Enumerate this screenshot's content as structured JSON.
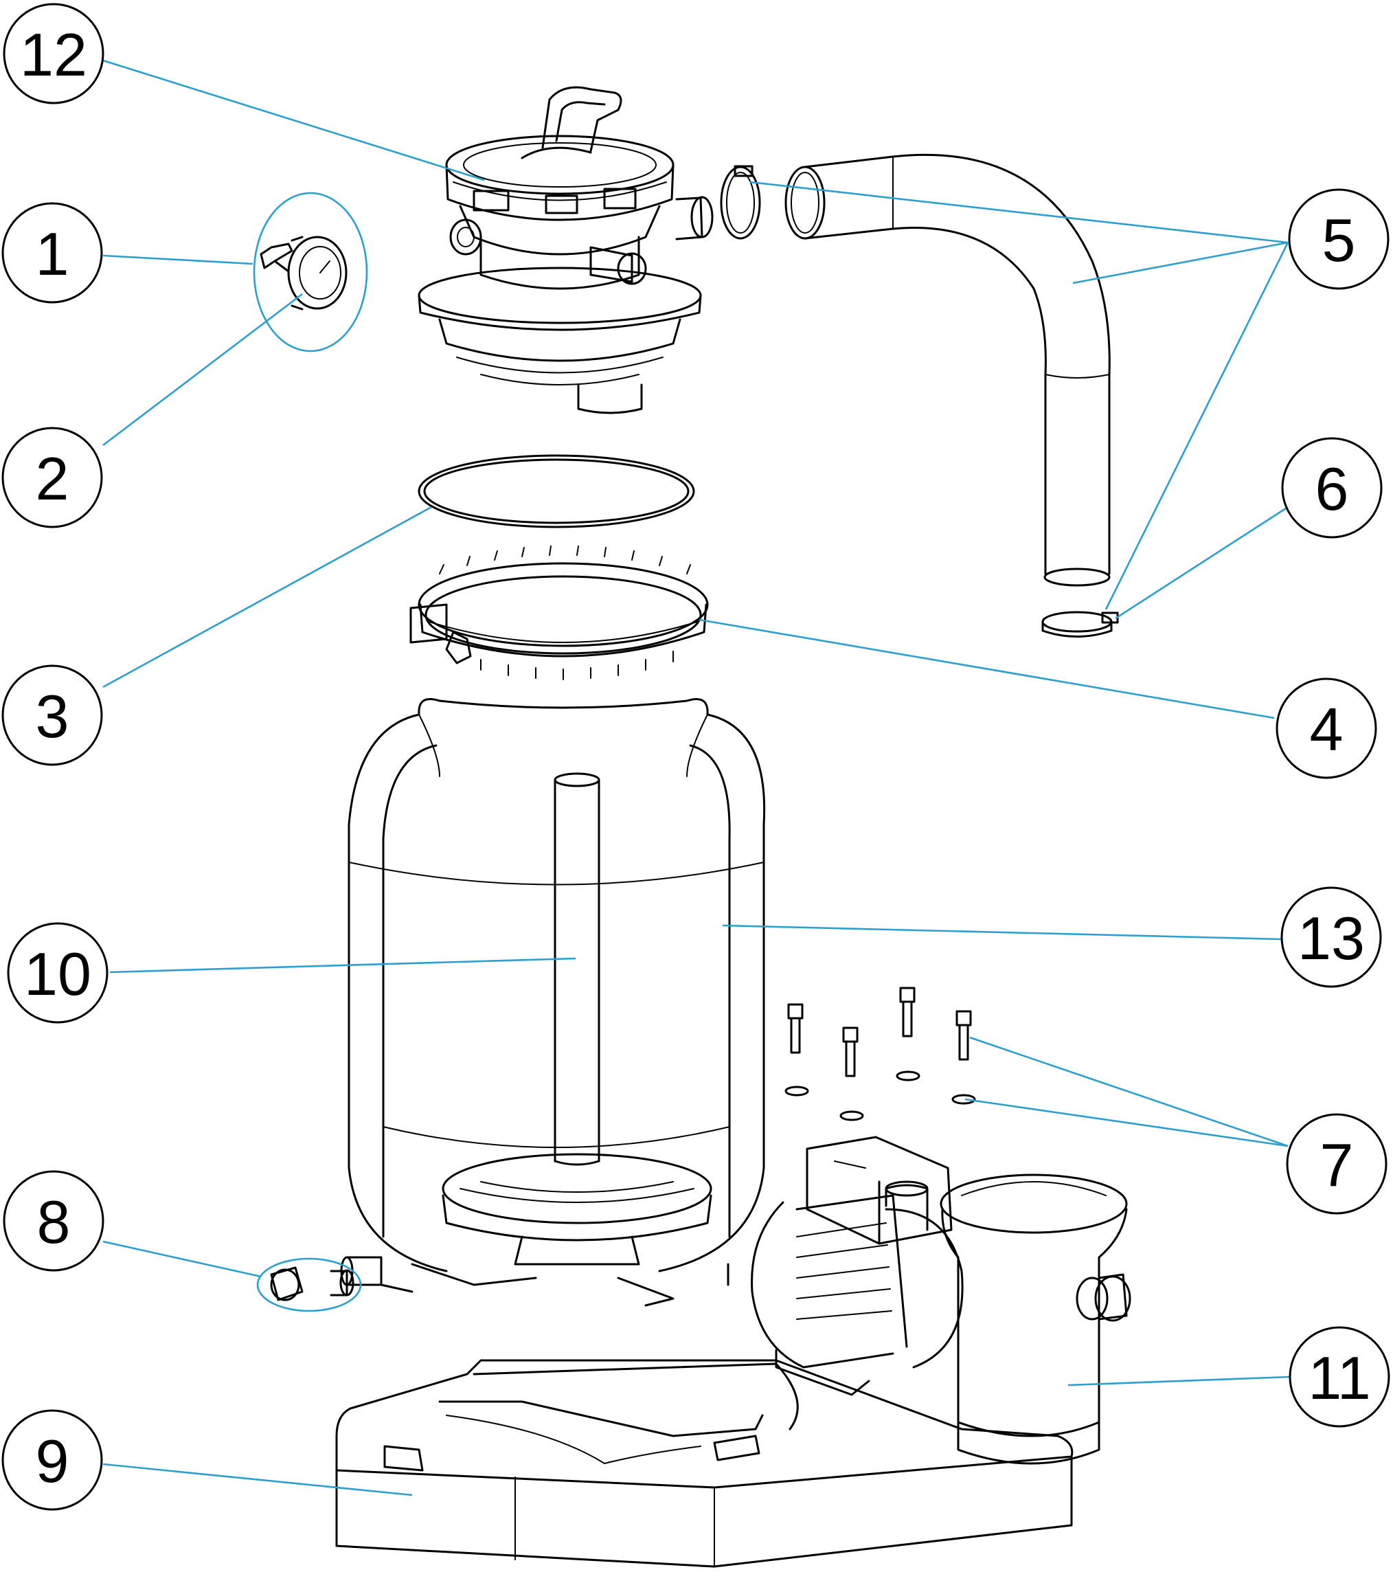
{
  "callouts": [
    {
      "id": "1",
      "text": "1"
    },
    {
      "id": "2",
      "text": "2"
    },
    {
      "id": "3",
      "text": "3"
    },
    {
      "id": "4",
      "text": "4"
    },
    {
      "id": "5",
      "text": "5"
    },
    {
      "id": "6",
      "text": "6"
    },
    {
      "id": "7",
      "text": "7"
    },
    {
      "id": "8",
      "text": "8"
    },
    {
      "id": "9",
      "text": "9"
    },
    {
      "id": "10",
      "text": "10"
    },
    {
      "id": "11",
      "text": "11"
    },
    {
      "id": "12",
      "text": "12"
    },
    {
      "id": "13",
      "text": "13"
    }
  ],
  "colors": {
    "leader_line": "#2a9fd0",
    "outline": "#000000",
    "background": "#ffffff"
  }
}
